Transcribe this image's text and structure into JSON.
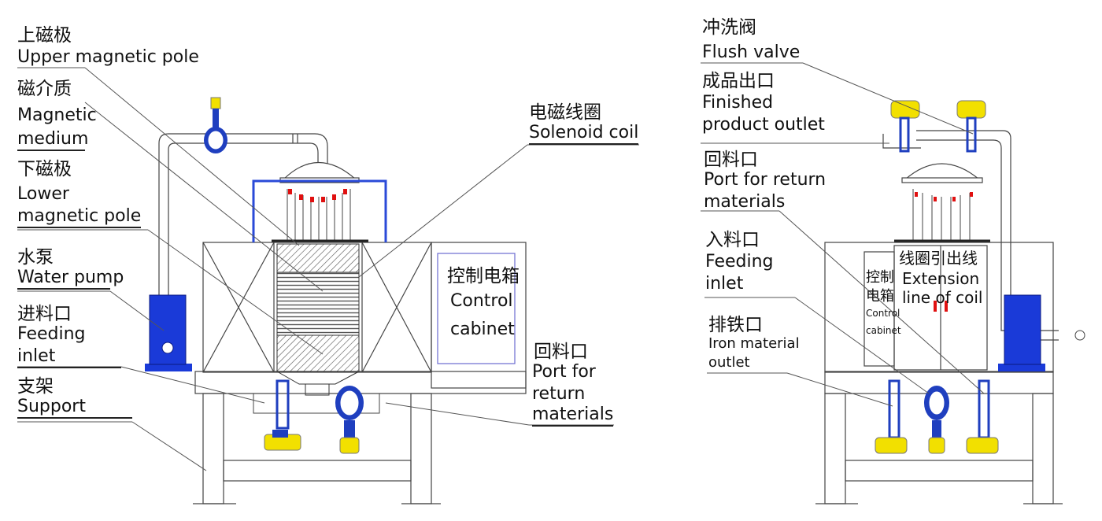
{
  "left_labels": {
    "upper_pole": {
      "zh": "上磁极",
      "en": "Upper magnetic pole"
    },
    "medium": {
      "zh": "磁介质",
      "en1": "Magnetic",
      "en2": "medium"
    },
    "lower_pole": {
      "zh": "下磁极",
      "en1": "Lower",
      "en2": "magnetic pole"
    },
    "pump": {
      "zh": "水泵",
      "en": "Water pump"
    },
    "feeding": {
      "zh": "进料口",
      "en1": "Feeding",
      "en2": "inlet"
    },
    "support": {
      "zh": "支架",
      "en": "Support"
    },
    "coil": {
      "zh": "电磁线圈",
      "en": "Solenoid coil"
    },
    "cabinet": {
      "zh": "控制电箱",
      "en1": "Control",
      "en2": "cabinet"
    },
    "return": {
      "zh": "回料口",
      "en1": "Port for",
      "en2": "return",
      "en3": "materials"
    }
  },
  "right_labels": {
    "flush": {
      "zh": "冲洗阀",
      "en": "Flush valve"
    },
    "product": {
      "zh": "成品出口",
      "en1": "Finished",
      "en2": "product outlet"
    },
    "return": {
      "zh": "回料口",
      "en1": "Port for return",
      "en2": "materials"
    },
    "feeding": {
      "zh": "入料口",
      "en1": "Feeding",
      "en2": "inlet"
    },
    "iron": {
      "zh": "排铁口",
      "en1": "Iron material",
      "en2": "outlet"
    },
    "cabinet_small": {
      "zh1": "控制",
      "zh2": "电箱",
      "en1": "Control",
      "en2": "cabinet"
    },
    "extension": {
      "zh": "线圈引出线",
      "en1": "Extension",
      "en2": "line of coil"
    }
  },
  "colors": {
    "valve_blue": "#1f3fbf",
    "pump_blue": "#1a3ad8",
    "actuator_yellow": "#f2e000",
    "accent_red": "#e01010",
    "line": "#333333"
  }
}
